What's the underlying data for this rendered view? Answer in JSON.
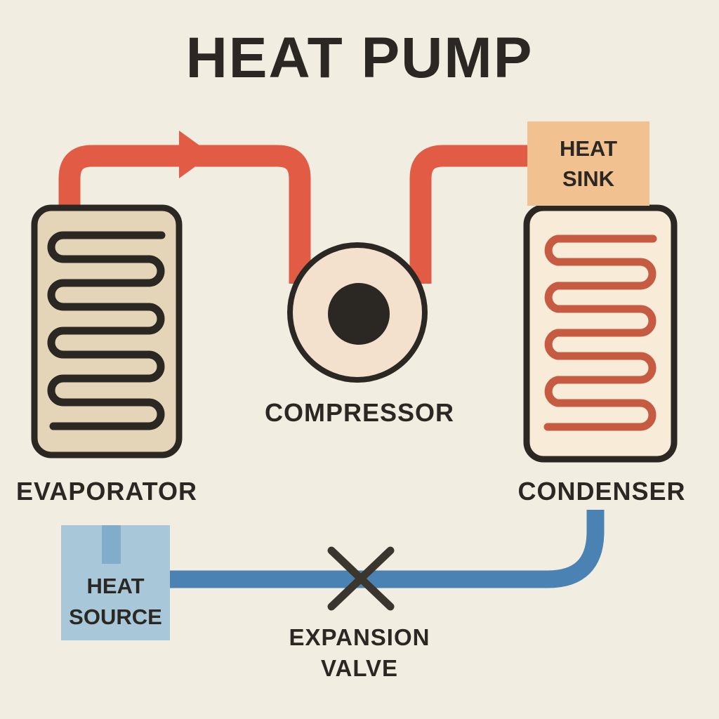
{
  "title": "HEAT PUMP",
  "colors": {
    "background": "#f2ede1",
    "ink": "#2b2824",
    "pipe_hot": "#e25c45",
    "pipe_cold": "#4a82b4",
    "coil_dark": "#2b2824",
    "coil_red": "#c65b42",
    "evaporator_fill": "#e4d4b8",
    "condenser_fill": "#f8ebd8",
    "compressor_fill": "#f3e1cd",
    "compressor_rotor": "#2b2824",
    "heat_sink_fill": "#f2c190",
    "heat_source_fill": "#a8c7d9",
    "heat_source_streak": "#82adca",
    "valve": "#3a352d"
  },
  "components": {
    "evaporator": {
      "label": "EVAPORATOR"
    },
    "compressor": {
      "label": "COMPRESSOR"
    },
    "condenser": {
      "label": "CONDENSER"
    },
    "heat_sink": {
      "label": "HEAT\nSINK"
    },
    "heat_source": {
      "label": "HEAT\nSOURCE"
    },
    "expansion_valve": {
      "label": "EXPANSION\nVALVE"
    }
  }
}
